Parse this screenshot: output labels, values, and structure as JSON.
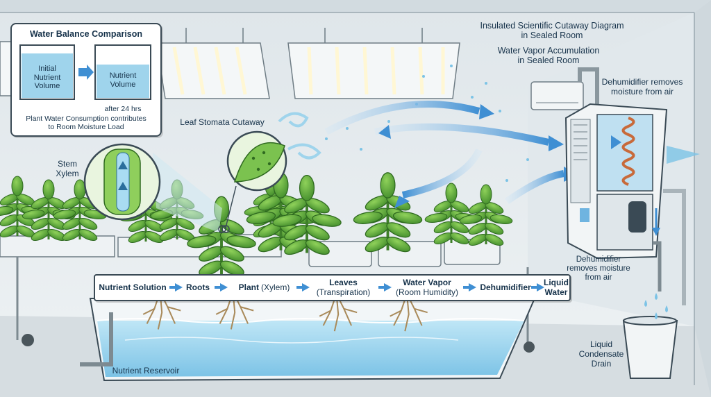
{
  "titles": {
    "diagram_title_line1": "Insulated Scientific Cutaway Diagram",
    "diagram_title_line2": "in Sealed Room",
    "vapor_title_line1": "Water Vapor Accumulation",
    "vapor_title_line2": "in Sealed Room"
  },
  "inset": {
    "title": "Water Balance Comparison",
    "initial_line1": "Initial",
    "initial_line2": "Nutrient",
    "initial_line3": "Volume",
    "after_line1": "Nutrient",
    "after_line2": "Volume",
    "after_caption": "after 24 hrs",
    "note_line1": "Plant Water Consumption contributes",
    "note_line2": "to Room Moisture Load"
  },
  "callouts": {
    "leaf_stomata": "Leaf Stomata Cutaway",
    "stem_line1": "Stem",
    "stem_line2": "Xylem",
    "dehum_top_line1": "Dehumidifier removes",
    "dehum_top_line2": "moisture from air",
    "dehum_side_line1": "Dehumidifier",
    "dehum_side_line2": "removes moisture",
    "dehum_side_line3": "from air",
    "drain_line1": "Liquid",
    "drain_line2": "Condensate",
    "drain_line3": "Drain",
    "reservoir": "Nutrient Reservoir"
  },
  "flow": [
    {
      "main": "Nutrient Solution",
      "sub": ""
    },
    {
      "main": "Roots",
      "sub": ""
    },
    {
      "main": "Plant",
      "sub": "(Xylem)"
    },
    {
      "main": "Leaves",
      "sub": "(Transpiration)"
    },
    {
      "main": "Water Vapor",
      "sub": "(Room Humidity)"
    },
    {
      "main": "Dehumidifier",
      "sub": ""
    },
    {
      "main": "Liquid",
      "sub": "Water"
    }
  ],
  "colors": {
    "water": "#9fd4ec",
    "arrow": "#3f8fd3",
    "leaf": "#5fae3a",
    "ink": "#16324a"
  },
  "icons": {
    "flow_arrow": "right-arrow-icon",
    "stem_zoom": "magnifier-circle-icon",
    "leaf_zoom": "magnifier-circle-icon"
  }
}
